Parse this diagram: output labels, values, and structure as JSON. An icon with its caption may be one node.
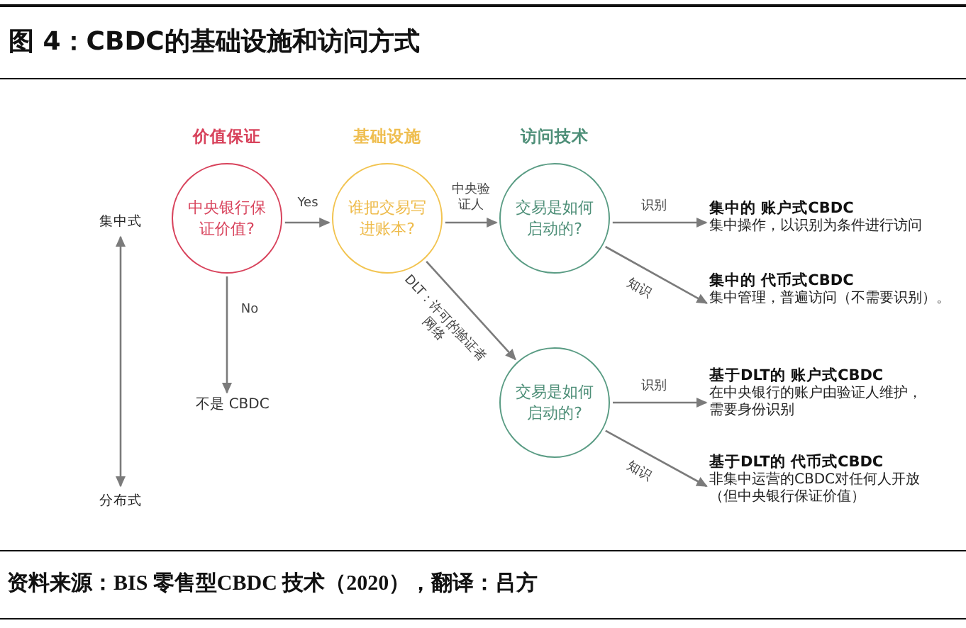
{
  "diagram": {
    "title": "图 4：CBDC的基础设施和访问方式",
    "nodes": [
      {
        "text": [
          "中央银行保证价值?"
        ]
      },
      {
        "text": [
          "谁把交易写进账本?"
        ]
      },
      {
        "text": [
          "交易是如何启动的?"
        ]
      },
      {
        "text": [
          "集中的 账户式CBDC",
          "集中操作，以识别为条件进行访问"
        ]
      },
      {
        "text": [
          "集中的 代币式CBDC",
          "集中管理，普遍访问（不需要识别）。"
        ]
      },
      {
        "text": [
          "不是 CBDC"
        ]
      },
      {
        "text": [
          "交易是如何启动的?"
        ]
      },
      {
        "text": [
          "基于DLT的 账户式CBDC",
          "在中央银行的账户由验证人维护，需要身份识别"
        ]
      },
      {
        "text": [
          "基于DLT的 代币式CBDC",
          "非集中运营的CBDC对任何人开放（但中央银行保证价值）"
        ]
      }
    ],
    "edges": [
      {
        "from": 0,
        "to": 1,
        "arrow": "to",
        "label": "Yes"
      },
      {
        "from": 0,
        "to": 5,
        "arrow": "to",
        "label": "No"
      },
      {
        "from": 1,
        "to": 2,
        "arrow": "to",
        "label": "中央验证人"
      },
      {
        "from": 1,
        "to": 6,
        "arrow": "to",
        "label": "DLT：许可的验证者网络"
      },
      {
        "from": 2,
        "to": 3,
        "arrow": "to",
        "label": "识别"
      },
      {
        "from": 2,
        "to": 4,
        "arrow": "to",
        "label": "知识"
      },
      {
        "from": 6,
        "to": 7,
        "arrow": "to",
        "label": "识别"
      },
      {
        "from": 6,
        "to": 8,
        "arrow": "to",
        "label": "知识"
      }
    ],
    "labels": [
      "价值保证",
      "基础设施",
      "访问技术",
      "集中式",
      "分布式"
    ],
    "caption": "资料来源：BIS 零售型CBDC 技术（2020），翻译：吕方"
  }
}
